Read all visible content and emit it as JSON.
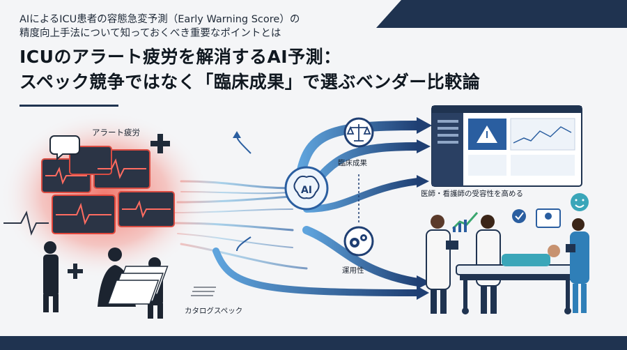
{
  "header": {
    "subtitle_line1": "AIによるICU患者の容態急変予測（Early Warning Score）の",
    "subtitle_line2": "精度向上手法について知っておくべき重要なポイントとは",
    "title_line1": "ICUのアラート疲労を解消するAI予測：",
    "title_line2": "スペック競争ではなく「臨床成果」で選ぶベンダー比較論"
  },
  "labels": {
    "alert_fatigue": "アラート疲労",
    "clinical_outcome": "臨床成果",
    "operability": "運用性",
    "catalog_spec": "カタログスペック",
    "acceptance": "医師・看護師の受容性を高める",
    "ai_badge": "AI"
  },
  "colors": {
    "navy": "#1f3350",
    "alert_red": "#e2463b",
    "flow_blue": "#3a79c4",
    "teal": "#3aa6b9"
  },
  "icons": [
    "plus-icon",
    "speech-bubble-icon",
    "scales-icon",
    "gears-icon",
    "brain-icon",
    "warning-icon",
    "chart-icon",
    "check-icon",
    "smile-icon"
  ]
}
